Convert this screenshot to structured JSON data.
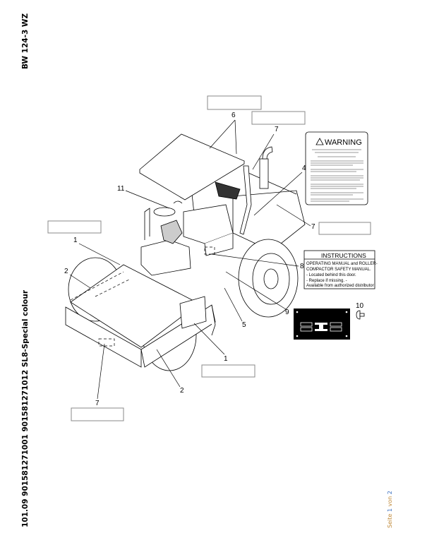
{
  "header": {
    "model": "BW 124-3 WZ"
  },
  "footer_left": {
    "doc_line": "101.09 901581271001 901581271012 SL8-Special colour"
  },
  "pager": {
    "prefix": "Seite",
    "current": "1",
    "of": "von",
    "total": "2"
  },
  "diagram": {
    "callouts": [
      "6",
      "7",
      "4",
      "11",
      "7",
      "1",
      "2",
      "8",
      "9",
      "5",
      "10",
      "1",
      "2",
      "7"
    ],
    "warning_decal": {
      "title": "WARNING",
      "icon": "warning-triangle-icon"
    },
    "instructions_decal": {
      "title": "INSTRUCTIONS",
      "lines": [
        "OPERATING MANUAL and ROLLER-",
        "COMPACTOR SAFETY MANUAL.",
        "- Located behind this door.",
        "- Replace if missing. -",
        "Available from authorized distributor"
      ]
    }
  }
}
